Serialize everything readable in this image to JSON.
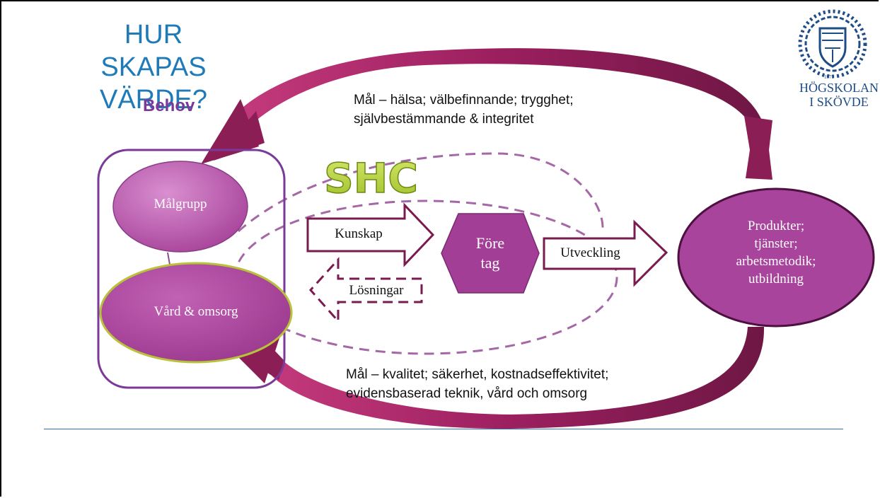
{
  "slide": {
    "title": "HUR SKAPAS VÄRDE?",
    "needs_label": "Behov",
    "goal_top": [
      "Mål – hälsa; välbefinnande; trygghet;",
      "självbestämmande & integritet"
    ],
    "goal_bottom": [
      "Mål – kvalitet; säkerhet, kostnadseffektivitet;",
      "evidensbaserad teknik, vård och omsorg"
    ],
    "shc_label": "SHC",
    "target_group": "Målgrupp",
    "care": "Vård & omsorg",
    "knowledge_arrow": "Kunskap",
    "solutions_arrow": "Lösningar",
    "company": [
      "Före",
      "tag"
    ],
    "development_arrow": "Utveckling",
    "outputs": [
      "Produkter;",
      "tjänster;",
      "arbetsmetodik;",
      "utbildning"
    ]
  },
  "logo": {
    "year": "1977",
    "line1": "HÖGSKOLAN",
    "line2": "I SKÖVDE"
  },
  "colors": {
    "title_blue": "#1f7ab8",
    "purple": "#7b3a9a",
    "arrow_maroon": "#8b1e55",
    "ellipse_fill": "#b04aa3",
    "shc_green": "#b5cf3d"
  }
}
